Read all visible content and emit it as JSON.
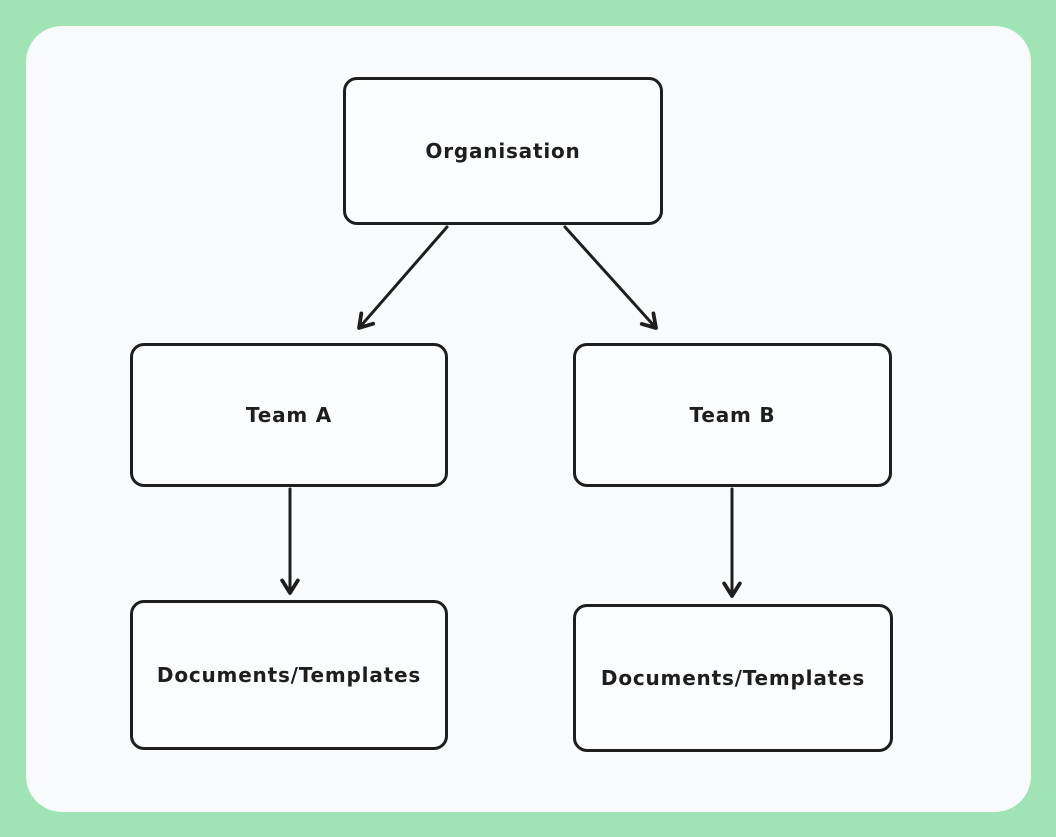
{
  "canvas": {
    "outer_background": "#a0e4b6",
    "panel_background": "#f8fafb",
    "stroke_color": "#1e1e1e",
    "node_fill": "#fbfcfd"
  },
  "diagram": {
    "type": "org-chart",
    "nodes": [
      {
        "id": "organisation",
        "label": "Organisation"
      },
      {
        "id": "team-a",
        "label": "Team A"
      },
      {
        "id": "team-b",
        "label": "Team B"
      },
      {
        "id": "documents-a",
        "label": "Documents/Templates"
      },
      {
        "id": "documents-b",
        "label": "Documents/Templates"
      }
    ],
    "edges": [
      {
        "from": "organisation",
        "to": "team-a",
        "style": "arrow"
      },
      {
        "from": "organisation",
        "to": "team-b",
        "style": "arrow"
      },
      {
        "from": "team-a",
        "to": "documents-a",
        "style": "arrow"
      },
      {
        "from": "team-b",
        "to": "documents-b",
        "style": "arrow"
      }
    ]
  }
}
